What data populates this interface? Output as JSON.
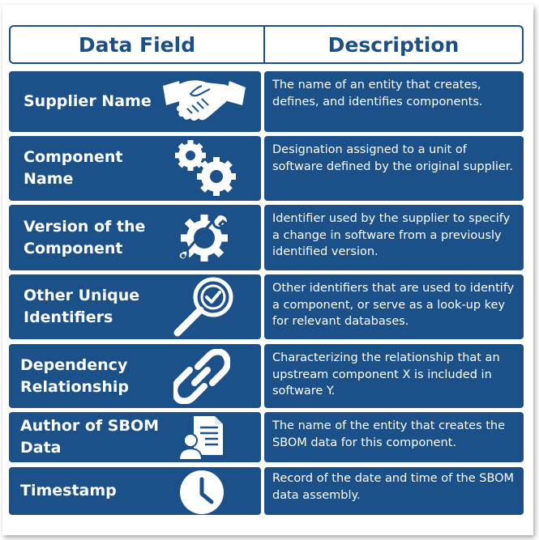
{
  "header": {
    "col1": "Data Field",
    "col2": "Description"
  },
  "rows": [
    {
      "field": "Supplier Name",
      "description": "The name of an entity that creates, defines, and identifies components.",
      "icon": "handshake-icon"
    },
    {
      "field": "Component Name",
      "description": "Designation assigned to a unit of software defined by the original supplier.",
      "icon": "gears-icon"
    },
    {
      "field": "Version of the Component",
      "description": "Identifier used by the supplier to specify a change in software from a previously identified version.",
      "icon": "wrench-gear-icon"
    },
    {
      "field": "Other Unique Identifiers",
      "description": "Other identifiers that are used to identify a component, or serve as a look-up key for relevant databases.",
      "icon": "magnifier-check-icon"
    },
    {
      "field": "Dependency Relationship",
      "description": "Characterizing the relationship that an upstream component X is included in software Y.",
      "icon": "chain-link-icon"
    },
    {
      "field": "Author of SBOM Data",
      "description": "The name of the entity that creates the SBOM data for this component.",
      "icon": "document-author-icon"
    },
    {
      "field": "Timestamp",
      "description": "Record of the date and time of the SBOM data assembly.",
      "icon": "clock-icon"
    }
  ],
  "colors": {
    "primary": "#1b5088",
    "header_text": "#1c4f86",
    "text": "#ffffff"
  }
}
